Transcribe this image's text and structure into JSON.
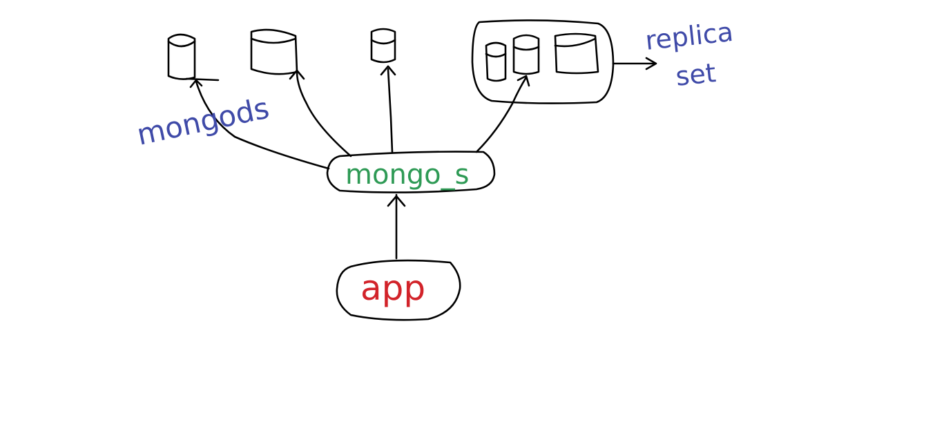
{
  "colors": {
    "ink": "#000000",
    "mongod_label": "#3f4aa8",
    "mongos_label": "#2e9a55",
    "app_label": "#d2232a",
    "replica_label": "#3f4aa8",
    "background": "#ffffff"
  },
  "labels": {
    "mongods": "mongods",
    "mongos": "mongo_s",
    "app": "app",
    "replica_line1": "replica",
    "replica_line2": "set"
  }
}
